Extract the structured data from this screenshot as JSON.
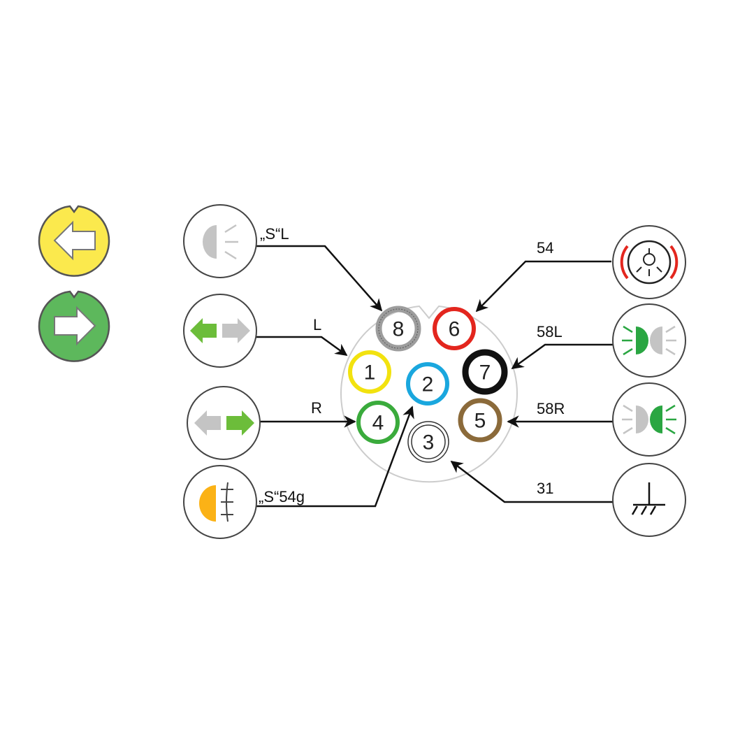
{
  "legend": [
    {
      "name": "left-turn",
      "color": "#fbe94d"
    },
    {
      "name": "right-turn",
      "color": "#5db85c"
    }
  ],
  "pins": [
    {
      "number": "1",
      "color": "#f2e20f",
      "signal": "L"
    },
    {
      "number": "2",
      "color": "#1aa7de",
      "signal": "„S“54g"
    },
    {
      "number": "3",
      "color": "#ffffff",
      "signal": "31"
    },
    {
      "number": "4",
      "color": "#3aab3c",
      "signal": "R"
    },
    {
      "number": "5",
      "color": "#8b6a3a",
      "signal": "58R"
    },
    {
      "number": "6",
      "color": "#e3261e",
      "signal": "54"
    },
    {
      "number": "7",
      "color": "#111111",
      "signal": "58L"
    },
    {
      "number": "8",
      "color": "#9d9d9d",
      "signal": "„S“L"
    }
  ],
  "labels": {
    "sl": "„S“L",
    "l": "L",
    "r": "R",
    "s54g": "„S“54g",
    "p54": "54",
    "p58l": "58L",
    "p58r": "58R",
    "p31": "31"
  },
  "colors": {
    "signal_green": "#6cbd3a",
    "lamp_green": "#2aa642",
    "lamp_gray": "#c4c4c4",
    "fog_orange": "#fbb216",
    "brake_red": "#e3261e"
  }
}
